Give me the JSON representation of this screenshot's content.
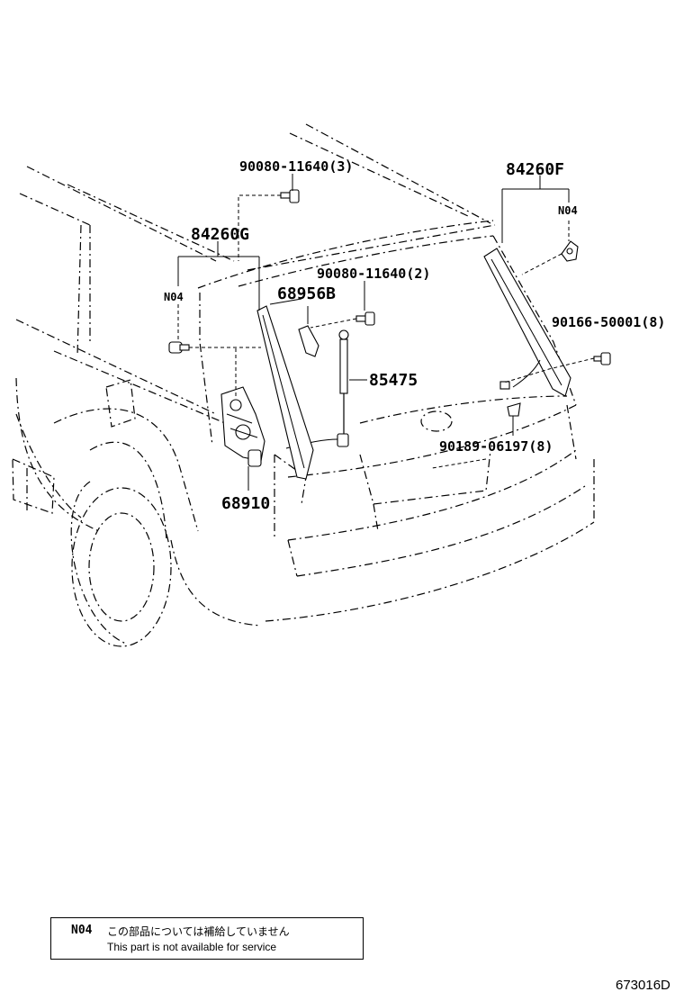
{
  "parts": {
    "bolt_3": "90080-11640(3)",
    "damper_right": "84260F",
    "right_note": "N04",
    "damper_left": "84260G",
    "bolt_2": "90080-11640(2)",
    "left_note": "N04",
    "bracket": "68956B",
    "screw_8": "90166-50001(8)",
    "stay": "85475",
    "clip_8": "90189-06197(8)",
    "motor": "68910"
  },
  "note": {
    "code": "N04",
    "japanese": "この部品については補給していません",
    "english": "This part is not available for service"
  },
  "drawing_number": "673016D",
  "icons": [
    "bolt-icon",
    "clip-icon",
    "screw-icon",
    "motor-icon",
    "stay-icon",
    "damper-strip-icon"
  ]
}
